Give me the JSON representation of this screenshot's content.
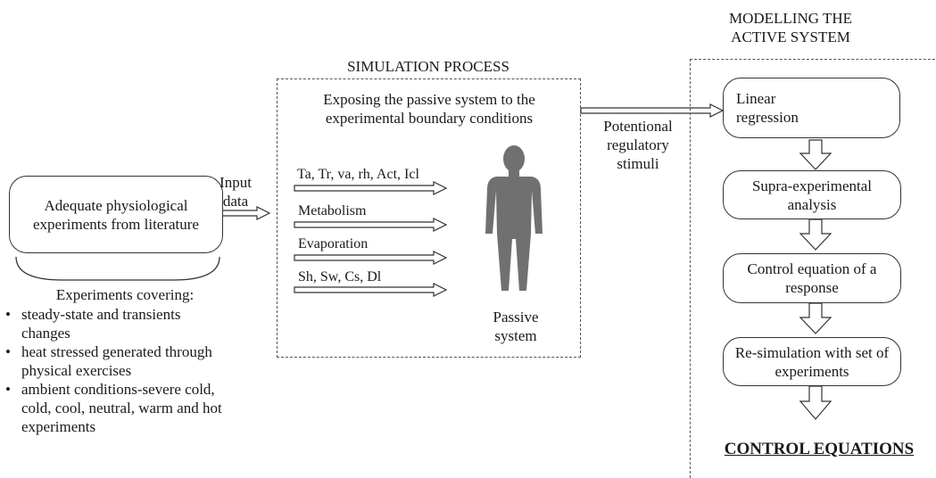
{
  "left": {
    "box_text": "Adequate physiological experiments from literature",
    "covering_title": "Experiments covering:",
    "bullets": [
      "steady-state and transients changes",
      "heat stressed generated through physical exercises",
      "ambient conditions-severe cold, cold, cool, neutral, warm and hot experiments"
    ]
  },
  "input_label": "Input data",
  "simulation": {
    "title": "SIMULATION PROCESS",
    "exposing_text": "Exposing the passive system to the experimental boundary conditions",
    "stimuli": [
      "Ta, Tr, va, rh, Act, Icl",
      "Metabolism",
      "Evaporation",
      "Sh, Sw, Cs, Dl"
    ],
    "passive_label": "Passive system"
  },
  "potential_label": "Potentional regulatory stimuli",
  "active": {
    "title": "MODELLING THE ACTIVE SYSTEM",
    "steps": [
      "Linear regression",
      "Supra-experimental analysis",
      "Control equation of a response",
      "Re-simulation with set of experiments"
    ],
    "output": "CONTROL EQUATIONS"
  },
  "colors": {
    "line": "#333333",
    "figure": "#707070",
    "dashed": "#555555"
  }
}
